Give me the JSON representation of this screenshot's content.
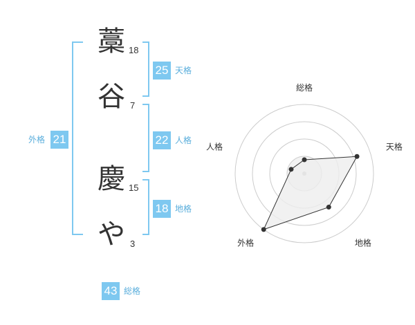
{
  "name_chars": [
    {
      "char": "藁",
      "strokes": "18"
    },
    {
      "char": "谷",
      "strokes": "7"
    },
    {
      "char": "慶",
      "strokes": "15"
    },
    {
      "char": "や",
      "strokes": "3"
    }
  ],
  "scores": {
    "tenkaku": {
      "value": "25",
      "label": "天格"
    },
    "jinkaku": {
      "value": "22",
      "label": "人格"
    },
    "chikaku": {
      "value": "18",
      "label": "地格"
    },
    "gaikaku": {
      "value": "21",
      "label": "外格"
    },
    "soukaku": {
      "value": "43",
      "label": "総格"
    }
  },
  "chart_data": {
    "type": "radar",
    "axes": [
      "総格",
      "天格",
      "地格",
      "外格",
      "人格"
    ],
    "rings": 4,
    "levels": [
      1,
      4,
      3,
      5,
      1
    ],
    "max": 5,
    "colors": {
      "fill": "#eeeeee",
      "stroke": "#333333",
      "grid": "#cccccc",
      "center": "#bbbbbb"
    }
  }
}
